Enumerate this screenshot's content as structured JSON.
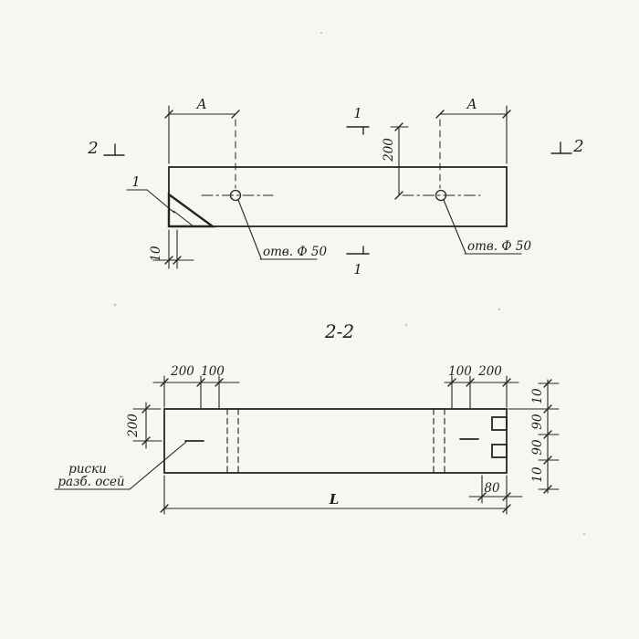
{
  "drawing": {
    "title": "2-2",
    "plan": {
      "dim_a_left": "A",
      "dim_a_right": "A",
      "dim_200": "200",
      "dim_10": "10",
      "hole_label_left": "отв. Ф 50",
      "hole_label_right": "отв. Ф 50",
      "detail_mark": "1",
      "section_1_top": "1",
      "section_1_bottom": "1",
      "section_2_left": "2",
      "section_2_right": "2"
    },
    "section": {
      "dim_top_left_200": "200",
      "dim_top_left_100": "100",
      "dim_top_right_100": "100",
      "dim_top_right_200": "200",
      "dim_left_200": "200",
      "dim_right_10_top": "10",
      "dim_right_90_top": "90",
      "dim_right_90_bottom": "90",
      "dim_right_10_bottom": "10",
      "dim_80": "80",
      "dim_length": "L",
      "axes_note_line1": "риски",
      "axes_note_line2": "разб. осей"
    }
  }
}
